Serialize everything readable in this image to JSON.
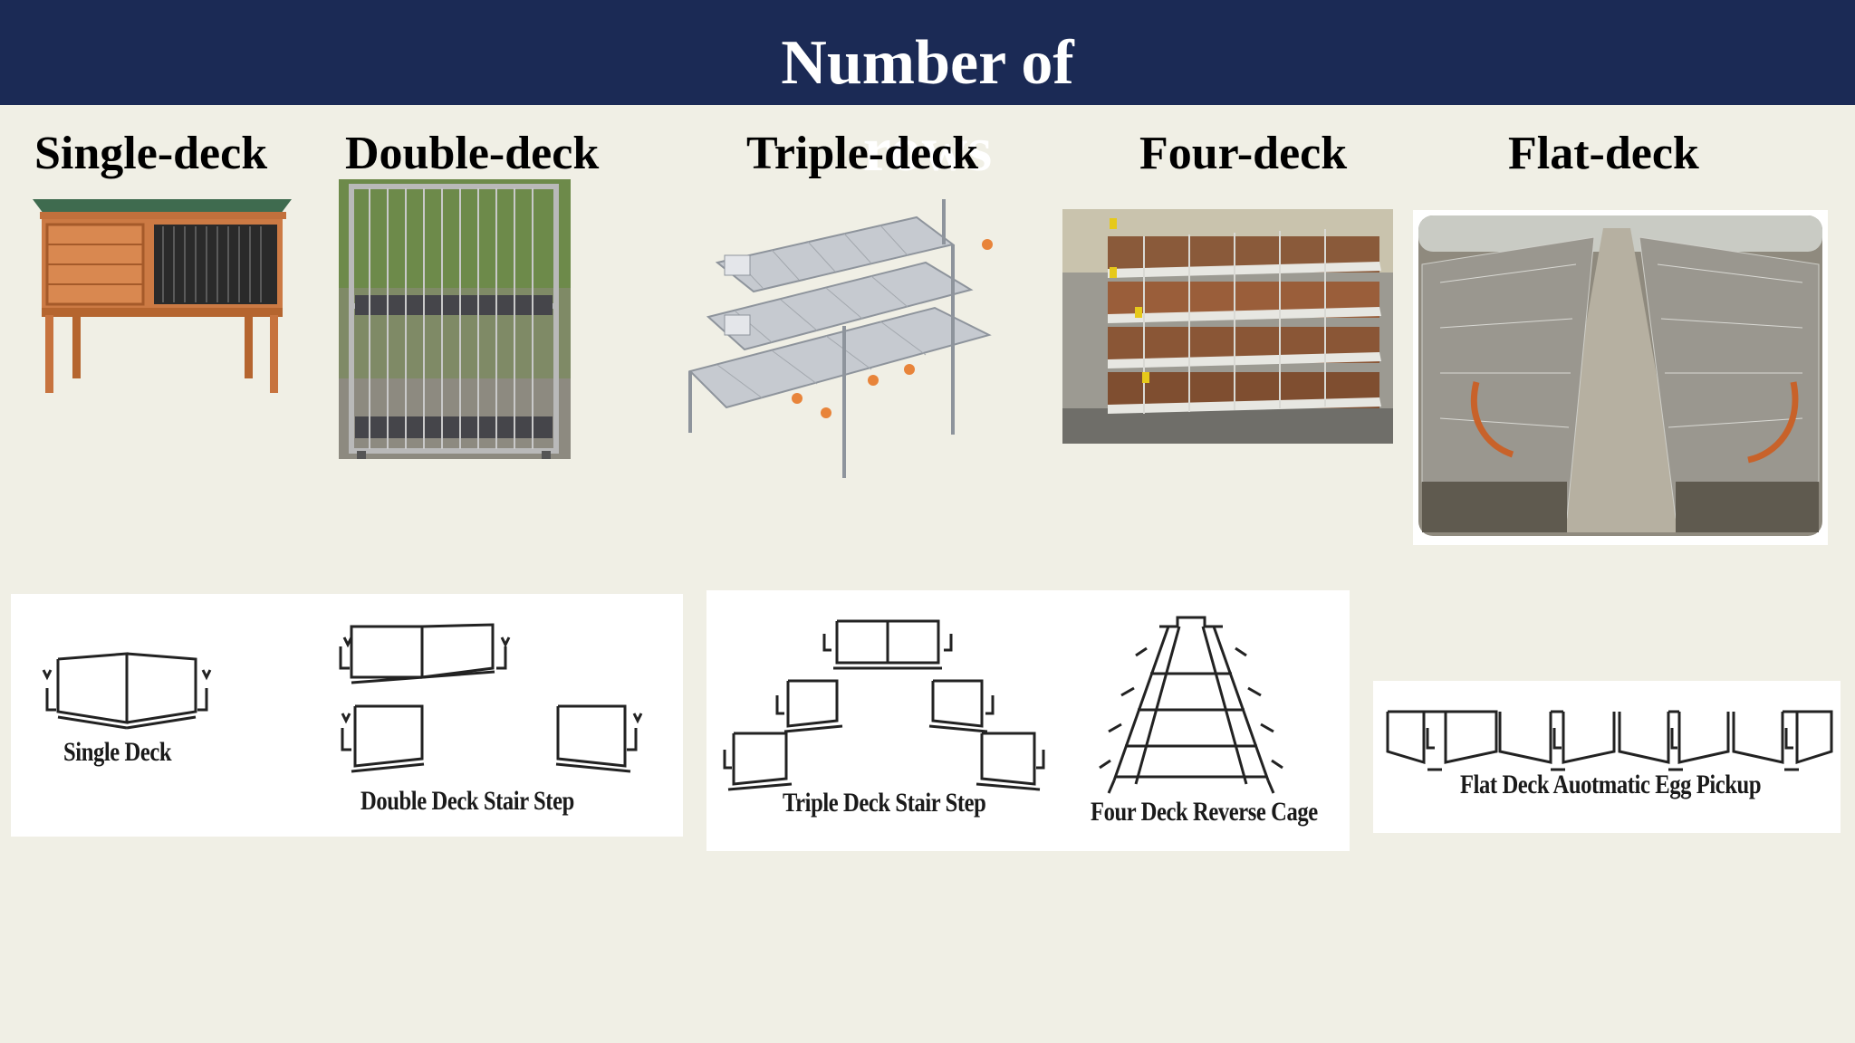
{
  "title": {
    "line1": "Number of",
    "line2": "rows"
  },
  "columns": [
    {
      "label": "Single-deck"
    },
    {
      "label": "Double-deck"
    },
    {
      "label": "Triple-deck"
    },
    {
      "label": "Four-deck"
    },
    {
      "label": "Flat-deck"
    }
  ],
  "diagrams": [
    {
      "caption": "Single Deck"
    },
    {
      "caption": "Double Deck Stair Step"
    },
    {
      "caption": "Triple Deck Stair Step"
    },
    {
      "caption": "Four Deck Reverse Cage"
    },
    {
      "caption": "Flat Deck Auotmatic Egg Pickup"
    }
  ],
  "colors": {
    "header_bg": "#1b2a55",
    "slide_bg": "#f0efe5",
    "title_text": "#ffffff"
  }
}
